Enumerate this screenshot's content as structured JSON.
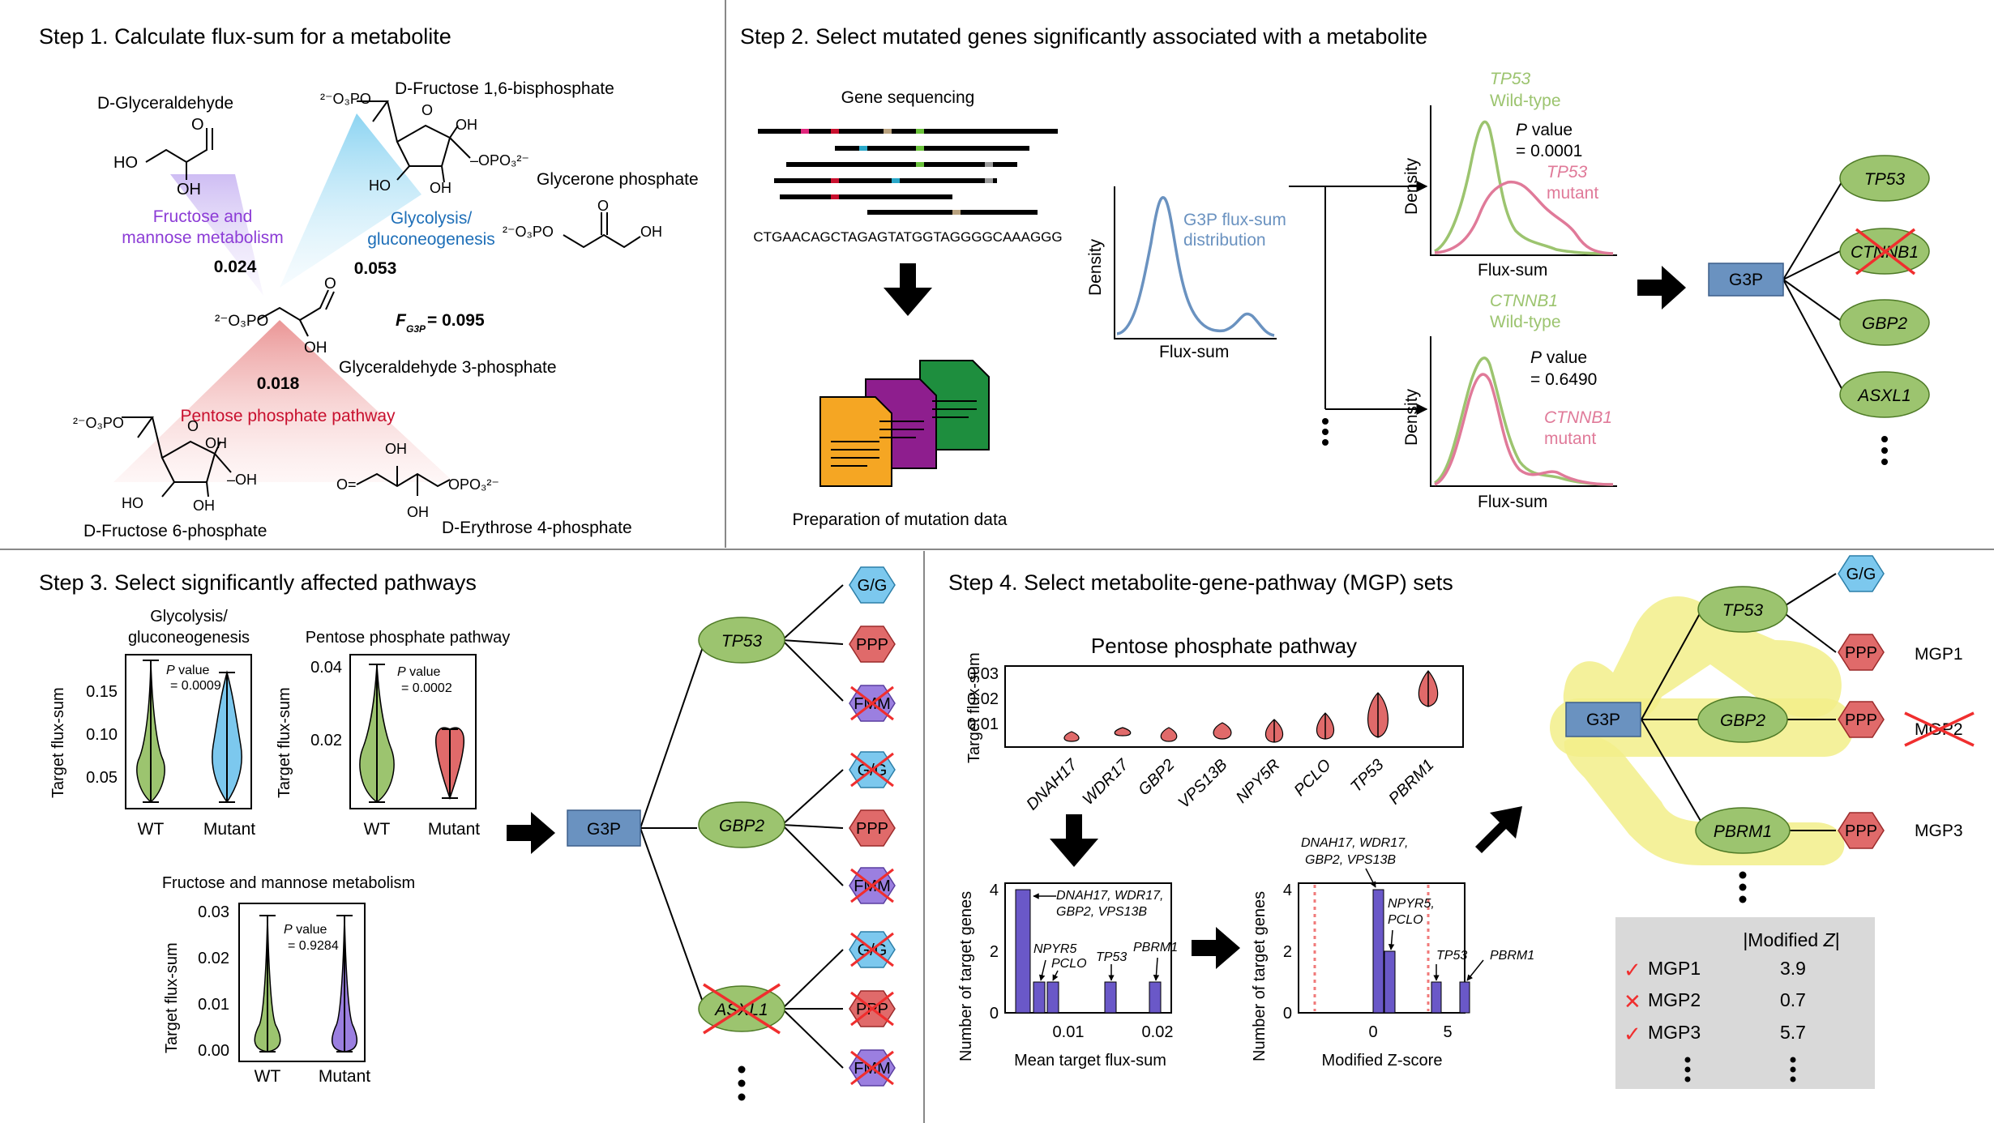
{
  "step1": {
    "title": "Step 1. Calculate flux-sum for a metabolite",
    "molecules": {
      "glyceraldehyde": "D-Glyceraldehyde",
      "fbp": "D-Fructose 1,6-bisphosphate",
      "dhap": "Glycerone phosphate",
      "g3p": "Glyceraldehyde 3-phosphate",
      "f6p": "D-Fructose 6-phosphate",
      "e4p": "D-Erythrose 4-phosphate"
    },
    "pathways": {
      "fmm_1": "Fructose and",
      "fmm_2": "mannose metabolism",
      "gg_1": "Glycolysis/",
      "gg_2": "gluconeogenesis",
      "ppp": "Pentose phosphate pathway"
    },
    "values": {
      "fmm": "0.024",
      "gg": "0.053",
      "ppp": "0.018",
      "total_label": "F",
      "total_sub": "G3P",
      "total_value": "= 0.095"
    }
  },
  "step2": {
    "title": "Step 2. Select mutated genes significantly associated with a metabolite",
    "gene_sequencing": "Gene sequencing",
    "sequence": "CTGAACAGCTAGAGTATGGTAGGGGCAAAGGG",
    "prep": "Preparation of mutation data",
    "dist_1": "G3P flux-sum",
    "dist_2": "distribution",
    "density": "Density",
    "flux_sum": "Flux-sum",
    "tp53": "TP53",
    "wild_type": "Wild-type",
    "mutant": "mutant",
    "p_label": "P",
    "p_word": " value",
    "p_tp53": "= 0.0001",
    "ctnnb1": "CTNNB1",
    "p_ctnnb1": "= 0.6490",
    "g3p": "G3P",
    "genes": [
      "TP53",
      "CTNNB1",
      "GBP2",
      "ASXL1"
    ]
  },
  "step3": {
    "title": "Step 3. Select significantly affected pathways",
    "ylabel": "Target flux-sum",
    "wt": "WT",
    "mutant": "Mutant",
    "p_label": "P",
    "p_word": " value",
    "panels": [
      {
        "title_1": "Glycolysis/",
        "title_2": "gluconeogenesis",
        "p": "= 0.0009",
        "yticks": [
          "0.15",
          "0.10",
          "0.05"
        ]
      },
      {
        "title_1": "Pentose phosphate pathway",
        "title_2": "",
        "p": "= 0.0002",
        "yticks": [
          "0.04",
          "0.02"
        ]
      },
      {
        "title_1": "Fructose and mannose metabolism",
        "title_2": "",
        "p": "= 0.9284",
        "yticks": [
          "0.03",
          "0.02",
          "0.01",
          "0.00"
        ]
      }
    ],
    "g3p": "G3P",
    "genes": [
      "TP53",
      "GBP2",
      "ASXL1"
    ],
    "pathways": [
      "G/G",
      "PPP",
      "FMM"
    ]
  },
  "step4": {
    "title": "Step 4. Select metabolite-gene-pathway (MGP) sets",
    "violin_title": "Pentose phosphate pathway",
    "violin_ylabel": "Target flux-sum",
    "violin_yticks": [
      "0.03",
      "0.02",
      "0.01"
    ],
    "violin_genes": [
      "DNAH17",
      "WDR17",
      "GBP2",
      "VPS13B",
      "NPY5R",
      "PCLO",
      "TP53",
      "PBRM1"
    ],
    "hist_ylabel": "Number of target genes",
    "hist1_xlabel": "Mean target flux-sum",
    "hist1_xticks": [
      "0.01",
      "0.02"
    ],
    "hist2_xlabel": "Modified Z-score",
    "hist2_xticks": [
      "0",
      "5"
    ],
    "hist_yticks": [
      "4",
      "2",
      "0"
    ],
    "ann_a1": "DNAH17, WDR17,",
    "ann_a2": "GBP2, VPS13B",
    "ann_b1": "NPYR5",
    "ann_b2": "PCLO",
    "ann_b3": "NPYR5,",
    "ann_tp53": "TP53",
    "ann_pbrm1": "PBRM1",
    "g3p": "G3P",
    "genes": [
      "TP53",
      "GBP2",
      "PBRM1"
    ],
    "pathways": [
      "G/G",
      "PPP"
    ],
    "mgp_labels": [
      "MGP1",
      "MGP2",
      "MGP3"
    ],
    "table": {
      "header_1": "|Modified ",
      "header_z": "Z",
      "header_2": "|",
      "rows": [
        {
          "name": "MGP1",
          "value": "3.9",
          "mark": "✓"
        },
        {
          "name": "MGP2",
          "value": "0.7",
          "mark": "✕"
        },
        {
          "name": "MGP3",
          "value": "5.7",
          "mark": "✓"
        }
      ]
    }
  },
  "colors": {
    "green": "#9CC46F",
    "pink": "#E07A99",
    "blue_node": "#6A92C0",
    "hex_blue": "#7CC8EE",
    "hex_red": "#E06A6A",
    "hex_purple": "#9B7FE0",
    "cross_red": "#F02E2E",
    "yellow": "#F2EE8A"
  }
}
